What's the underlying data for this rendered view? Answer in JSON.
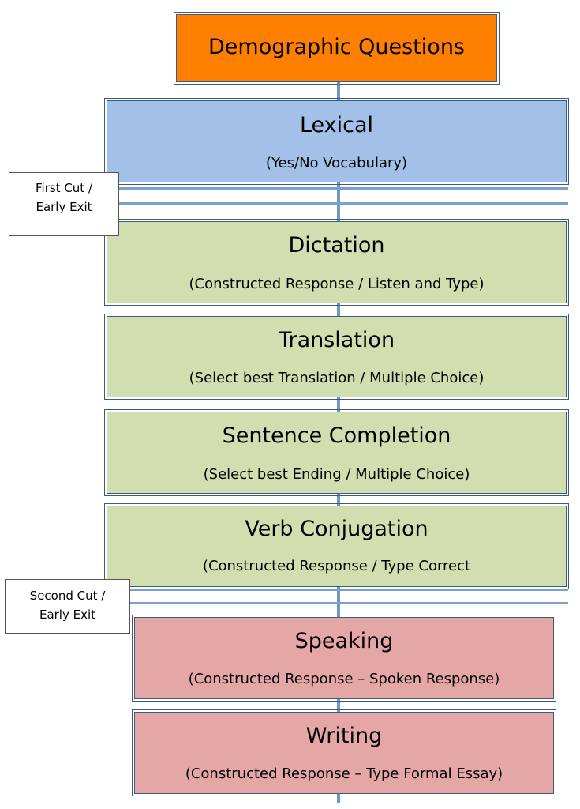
{
  "steps": [
    {
      "id": "demographic",
      "title": "Demographic Questions",
      "subtitle": ""
    },
    {
      "id": "lexical",
      "title": "Lexical",
      "subtitle": "(Yes/No Vocabulary)"
    },
    {
      "id": "dictation",
      "title": "Dictation",
      "subtitle": "(Constructed Response / Listen and Type)"
    },
    {
      "id": "translation",
      "title": "Translation",
      "subtitle": "(Select best Translation / Multiple Choice)"
    },
    {
      "id": "sentence-completion",
      "title": "Sentence Completion",
      "subtitle": "(Select best Ending / Multiple Choice)"
    },
    {
      "id": "verb-conjugation",
      "title": "Verb Conjugation",
      "subtitle": "(Constructed Response / Type Correct"
    },
    {
      "id": "speaking",
      "title": "Speaking",
      "subtitle": "(Constructed Response – Spoken Response)"
    },
    {
      "id": "writing",
      "title": "Writing",
      "subtitle": "(Constructed Response – Type Formal Essay)"
    }
  ],
  "cuts": [
    {
      "line1": "First Cut /",
      "line2": "Early Exit"
    },
    {
      "line1": "Second Cut /",
      "line2": "Early Exit"
    }
  ],
  "colors": {
    "demographic": "#ff7f00",
    "lexical": "#a2c0e8",
    "core_sections": "#d1deb0",
    "productive_sections": "#e4a7a5",
    "connector": "#6f97c6"
  }
}
